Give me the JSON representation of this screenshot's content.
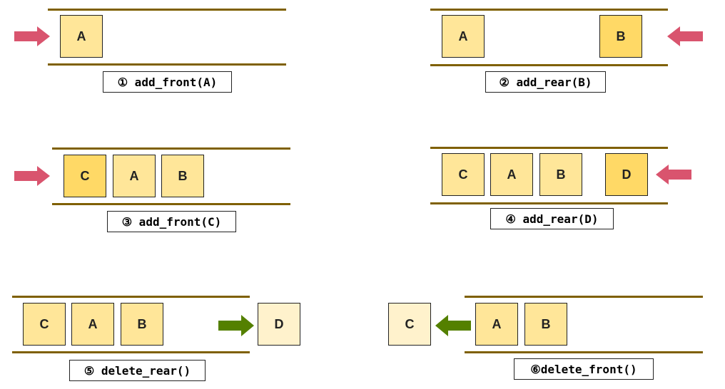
{
  "colors": {
    "rail": "#7f6000",
    "box_light": "#ffe699",
    "box_dark": "#ffd966",
    "box_pale": "#fff2cc",
    "insert_arrow": "#d9546e",
    "delete_arrow": "#548000"
  },
  "panels": [
    {
      "caption": "① add_front(A)",
      "boxes": [
        "A"
      ],
      "arrow": "insert-arrow"
    },
    {
      "caption": "② add_rear(B)",
      "boxes": [
        "A",
        "B"
      ],
      "arrow": "insert-arrow"
    },
    {
      "caption": "③ add_front(C)",
      "boxes": [
        "C",
        "A",
        "B"
      ],
      "arrow": "insert-arrow"
    },
    {
      "caption": "④ add_rear(D)",
      "boxes": [
        "C",
        "A",
        "B",
        "D"
      ],
      "arrow": "insert-arrow"
    },
    {
      "caption": "⑤ delete_rear()",
      "boxes": [
        "C",
        "A",
        "B"
      ],
      "removed": "D",
      "arrow": "delete-arrow"
    },
    {
      "caption": "⑥delete_front()",
      "boxes": [
        "A",
        "B"
      ],
      "removed": "C",
      "arrow": "delete-arrow"
    }
  ]
}
